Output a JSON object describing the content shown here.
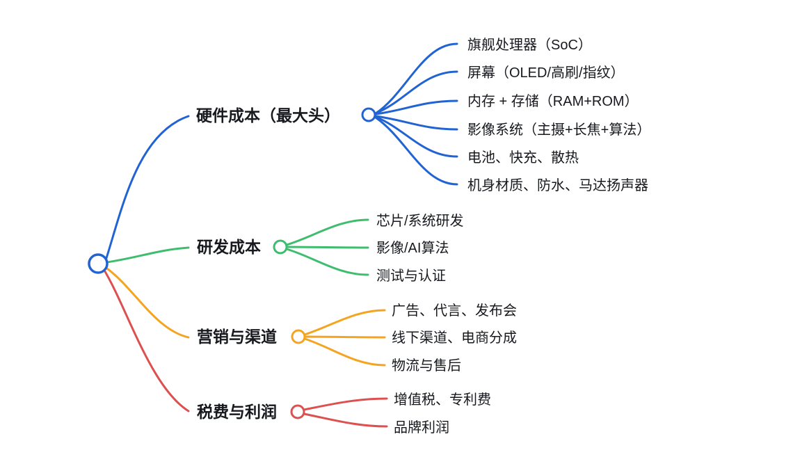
{
  "colors": {
    "hardware_blue": "#2163d2",
    "rnd_green": "#3ebd6e",
    "marketing_orange": "#f5a41f",
    "tax_red": "#dd5050",
    "text": "#17191e",
    "background": "#ffffff"
  },
  "mindmap": {
    "branches": [
      {
        "label": "硬件成本（最大头）",
        "color": "#2163d2",
        "children": [
          "旗舰处理器（SoC）",
          "屏幕（OLED/高刷/指纹）",
          "内存 + 存储（RAM+ROM）",
          "影像系统（主摄+长焦+算法）",
          "电池、快充、散热",
          "机身材质、防水、马达扬声器"
        ]
      },
      {
        "label": "研发成本",
        "color": "#3ebd6e",
        "children": [
          "芯片/系统研发",
          "影像/AI算法",
          "测试与认证"
        ]
      },
      {
        "label": "营销与渠道",
        "color": "#f5a41f",
        "children": [
          "广告、代言、发布会",
          "线下渠道、电商分成",
          "物流与售后"
        ]
      },
      {
        "label": "税费与利润",
        "color": "#dd5050",
        "children": [
          "增值税、专利费",
          "品牌利润"
        ]
      }
    ]
  }
}
